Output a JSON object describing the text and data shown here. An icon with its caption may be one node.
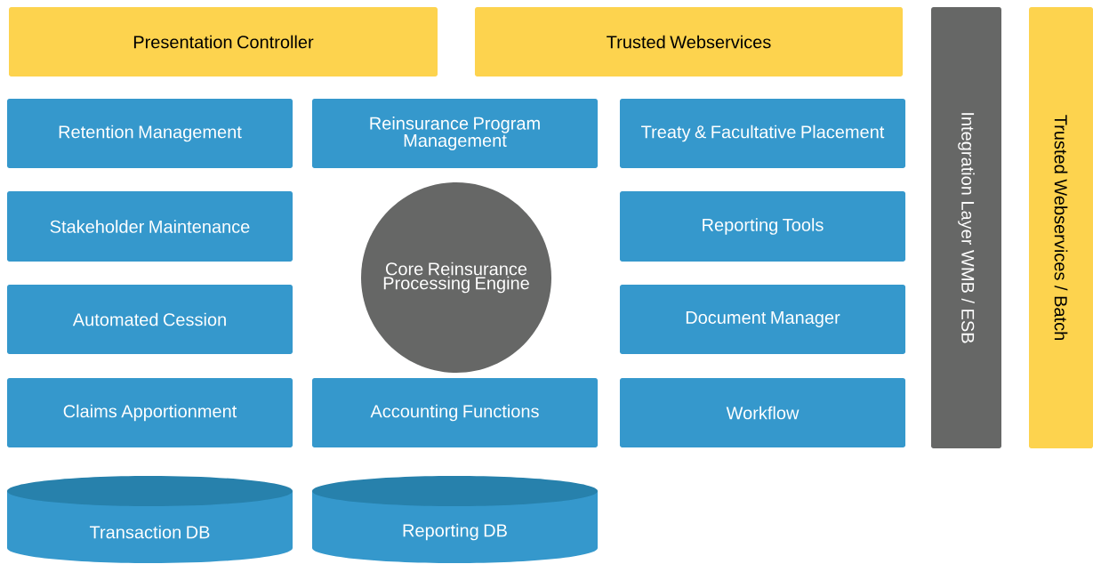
{
  "diagram": {
    "nodes": [
      {
        "text": [
          "Presentation Controller"
        ]
      },
      {
        "text": [
          "Trusted Webservices"
        ]
      },
      {
        "text": [
          "Integration Layer  WMB / ESB"
        ]
      },
      {
        "text": [
          "Trusted Webservices / Batch"
        ]
      },
      {
        "text": [
          "Retention Management"
        ]
      },
      {
        "text": [
          "Reinsurance Program Management"
        ]
      },
      {
        "text": [
          "Treaty & Facultative Placement"
        ]
      },
      {
        "text": [
          "Stakeholder Maintenance"
        ]
      },
      {
        "text": [
          "Core Reinsurance Processing Engine"
        ]
      },
      {
        "text": [
          "Reporting Tools"
        ]
      },
      {
        "text": [
          "Automated Cession"
        ]
      },
      {
        "text": [
          "Document Manager"
        ]
      },
      {
        "text": [
          "Claims Apportionment"
        ]
      },
      {
        "text": [
          "Accounting Functions"
        ]
      },
      {
        "text": [
          "Workflow"
        ]
      },
      {
        "text": [
          "Transaction DB"
        ]
      },
      {
        "text": [
          "Reporting DB"
        ]
      }
    ]
  }
}
